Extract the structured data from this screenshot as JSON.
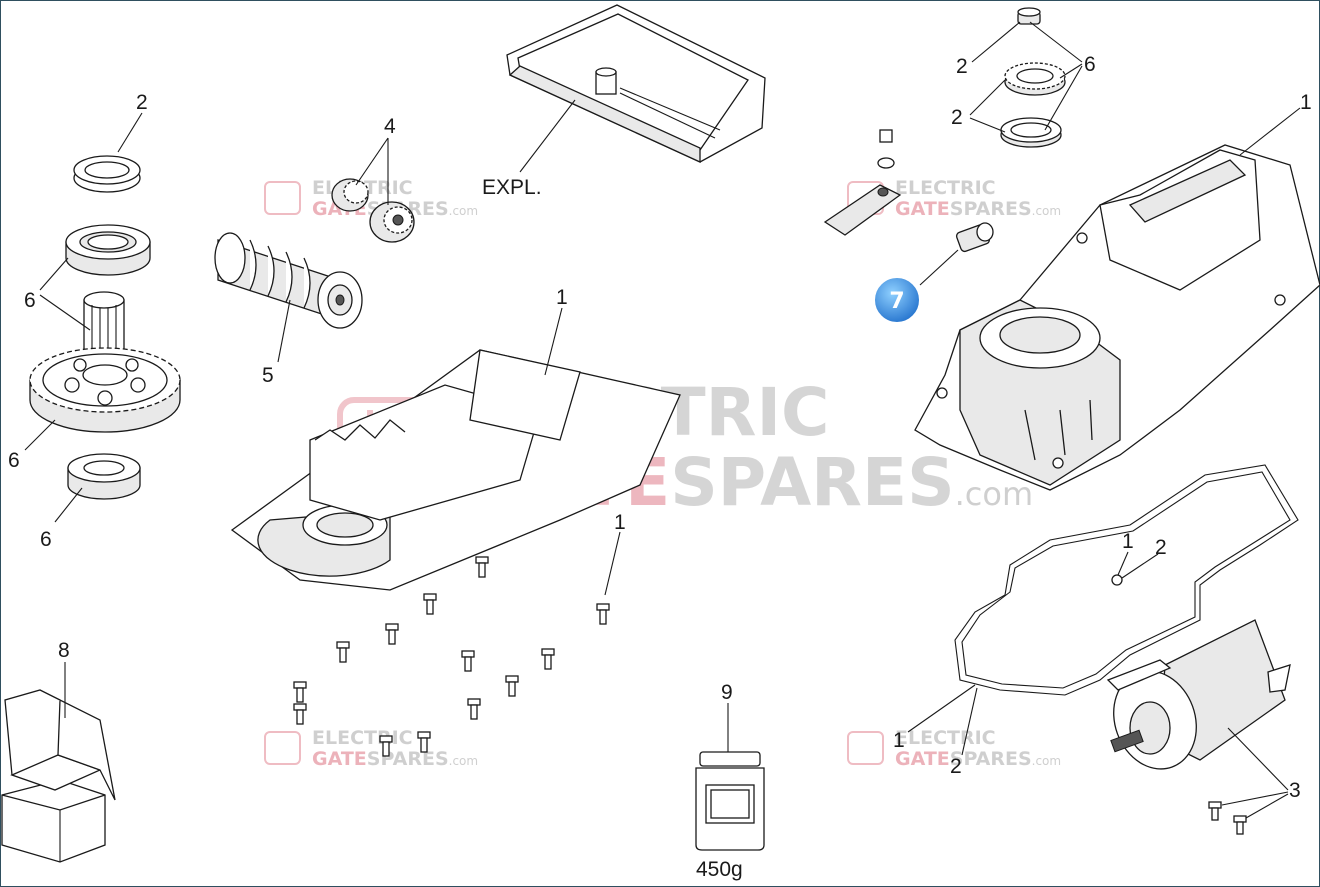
{
  "labels": {
    "l1": "1",
    "l2": "2",
    "l3": "3",
    "l4": "4",
    "l5": "5",
    "l6": "6",
    "l7": "7",
    "l8": "8",
    "l9": "9",
    "expl": "EXPL.",
    "grease_weight": "450g"
  },
  "watermark": {
    "line1": "ELECTRIC",
    "line2a": "GATE",
    "line2b": "SPARES",
    "suffix": ".com"
  },
  "colors": {
    "badge": "#3a8ee0",
    "watermark_red": "#e8a0aa",
    "watermark_grey": "#c4c4c4"
  }
}
